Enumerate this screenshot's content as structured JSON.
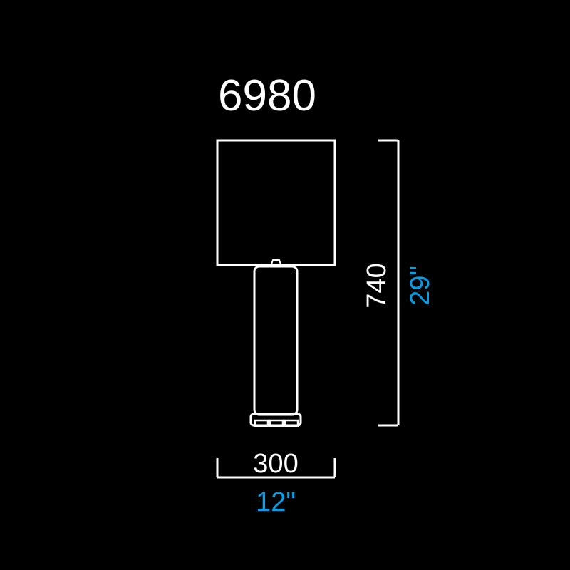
{
  "page": {
    "background_color": "#000000",
    "line_color": "#ffffff",
    "accent_color": "#00a0ea"
  },
  "header": {
    "model_number": "6980"
  },
  "product": {
    "type": "table-lamp",
    "parts": [
      "lampshade",
      "lamp-body",
      "lamp-base"
    ]
  },
  "dimensions": {
    "height": {
      "metric_value": "740",
      "imperial_value": "29\"",
      "orientation": "vertical"
    },
    "width": {
      "metric_value": "300",
      "imperial_value": "12\"",
      "orientation": "horizontal"
    }
  }
}
